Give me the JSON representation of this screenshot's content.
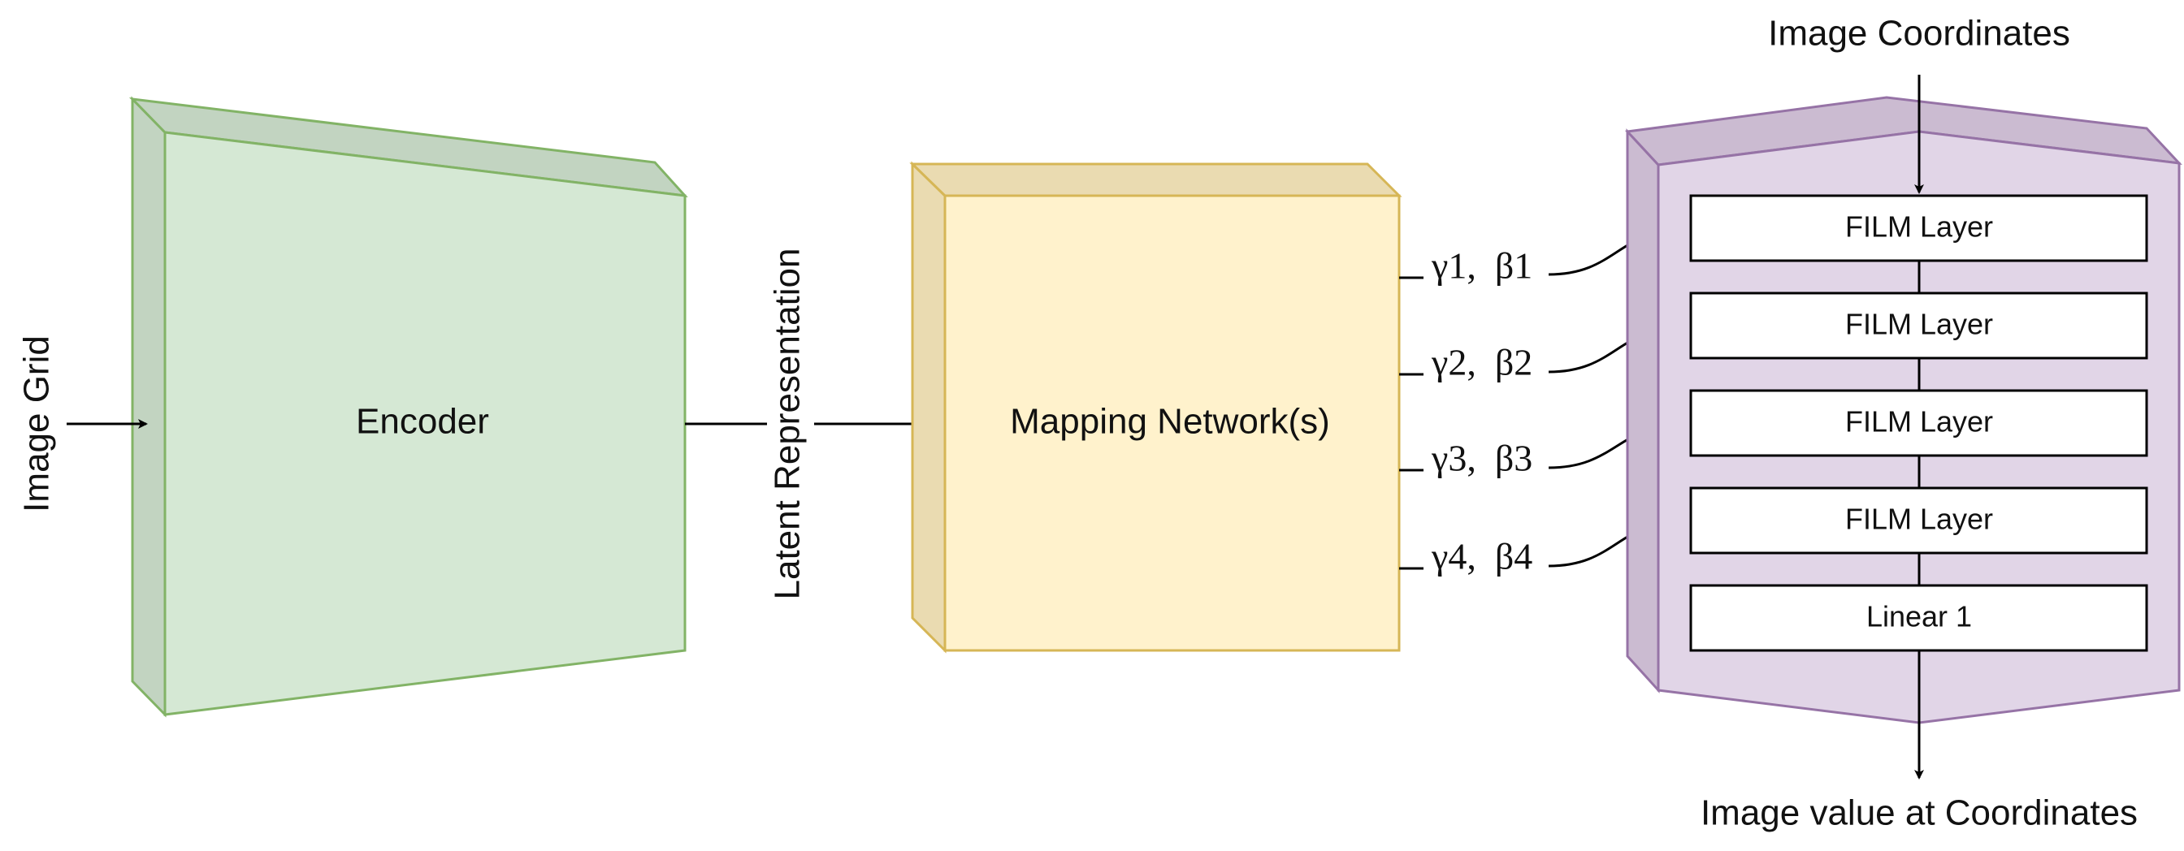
{
  "labels": {
    "image_grid": "Image Grid",
    "encoder": "Encoder",
    "latent_representation": "Latent Representation",
    "mapping_network": "Mapping Network(s)",
    "image_coordinates": "Image Coordinates",
    "image_value": "Image value at Coordinates"
  },
  "modulation_params": [
    "γ1,  β1",
    "γ2,  β2",
    "γ3,  β3",
    "γ4,  β4"
  ],
  "network_layers": [
    "FILM Layer",
    "FILM Layer",
    "FILM Layer",
    "FILM Layer",
    "Linear 1"
  ],
  "colors": {
    "encoder_fill": "#d5e8d4",
    "encoder_side": "#c2d4c1",
    "encoder_stroke": "#82b366",
    "mapping_fill": "#fff2cc",
    "mapping_side": "#eadbb1",
    "mapping_stroke": "#d6b656",
    "network_fill": "#e1d5e7",
    "network_side": "#cbbbd1",
    "network_stroke": "#9673a6",
    "layer_fill": "#ffffff",
    "arrow": "#000000"
  }
}
